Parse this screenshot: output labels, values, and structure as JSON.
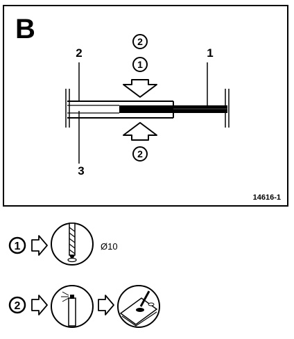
{
  "panel": {
    "letter": "B",
    "ref_code": "14616-1",
    "callouts": [
      "1",
      "2",
      "3"
    ],
    "top_steps": [
      "2",
      "1"
    ],
    "bottom_step": "2"
  },
  "legend": {
    "step1": {
      "number": "1",
      "size_text": "Ø10",
      "icon": "drill-bit-icon"
    },
    "step2": {
      "number": "2",
      "icons": [
        "spray-can-icon",
        "brush-applicator-icon"
      ]
    }
  },
  "colors": {
    "ink": "#000000",
    "paper": "#ffffff"
  }
}
